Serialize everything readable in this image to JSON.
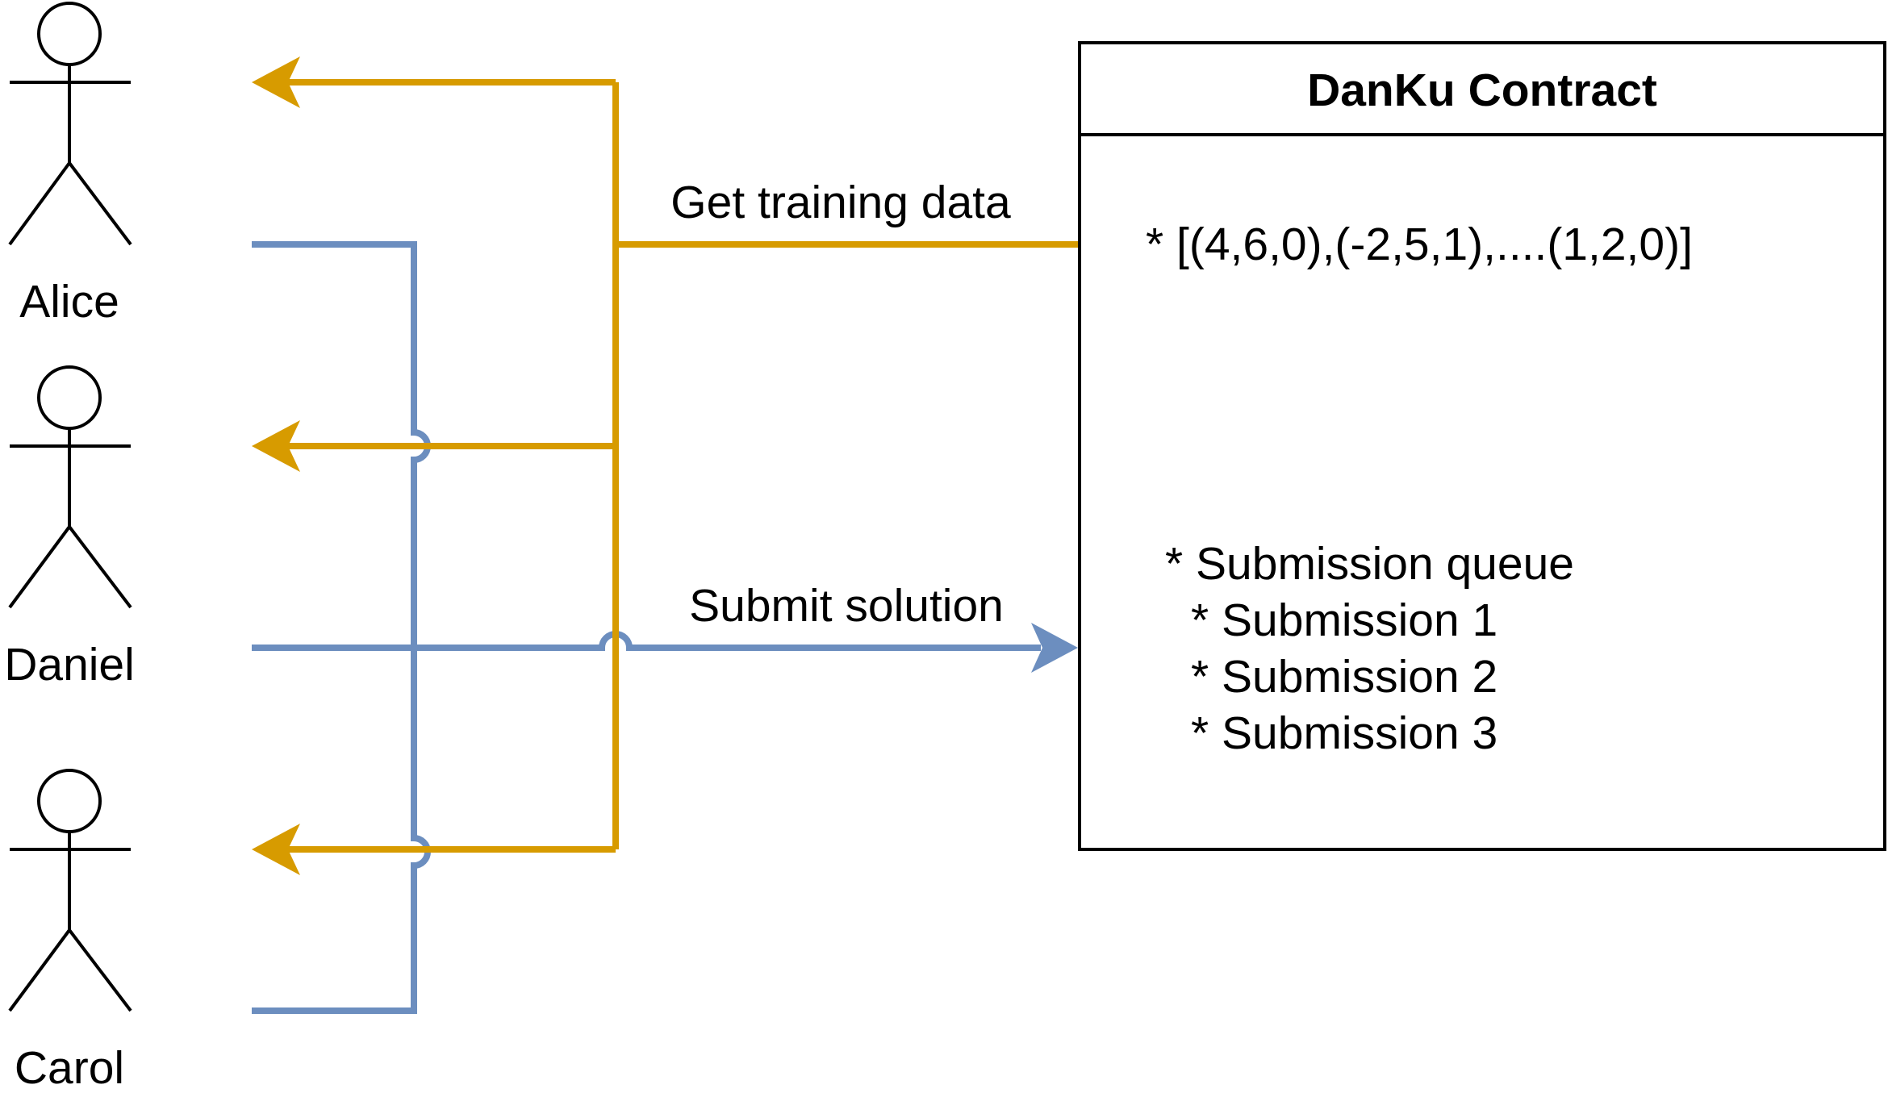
{
  "actors": [
    {
      "id": "alice",
      "name": "Alice"
    },
    {
      "id": "daniel",
      "name": "Daniel"
    },
    {
      "id": "carol",
      "name": "Carol"
    }
  ],
  "edges": {
    "get_training_data": "Get training data",
    "submit_solution": "Submit solution"
  },
  "contract": {
    "title": "DanKu Contract",
    "training_data": "* [(4,6,0),(-2,5,1),....(1,2,0)]",
    "queue_title": "* Submission queue",
    "submissions": [
      "* Submission 1",
      "* Submission 2",
      "* Submission 3"
    ]
  },
  "colors": {
    "get_data_flow": "#D79B00",
    "submit_flow": "#6C8EBF",
    "stroke": "#000000"
  }
}
